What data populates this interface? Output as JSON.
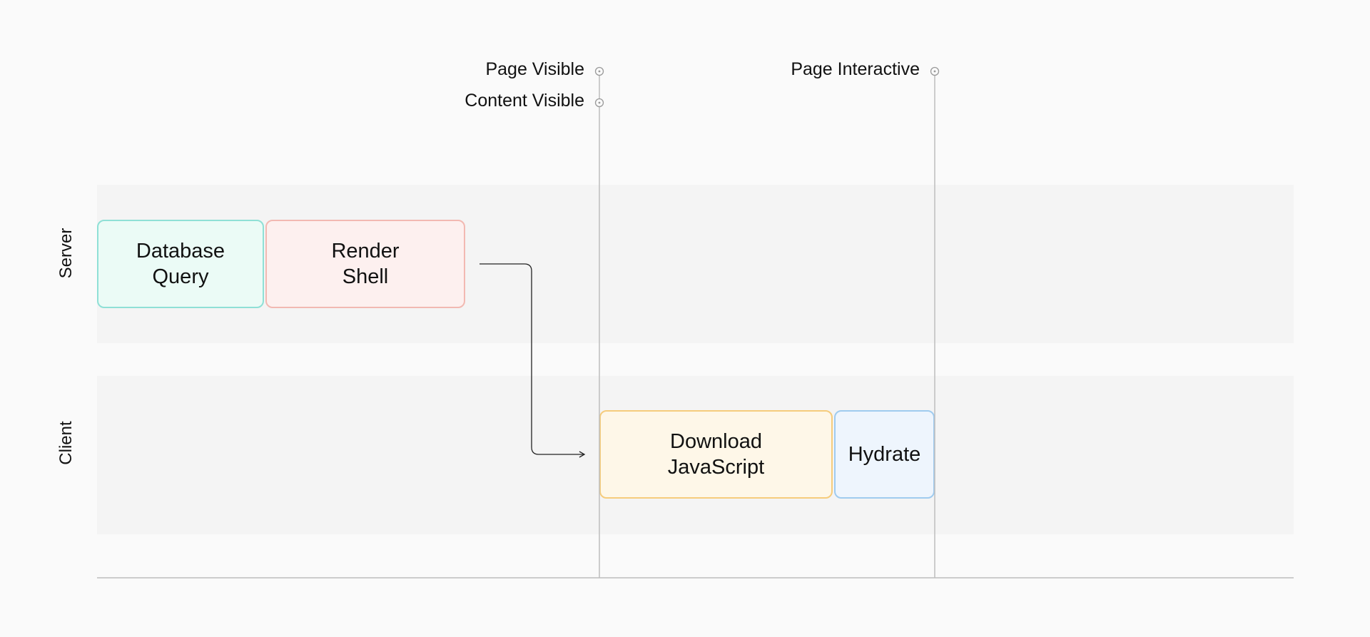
{
  "lanes": {
    "server": {
      "label": "Server"
    },
    "client": {
      "label": "Client"
    }
  },
  "boxes": {
    "database_query": {
      "label": "Database\nQuery",
      "fill": "#ebfbf6",
      "stroke": "#8fe0d6"
    },
    "render_shell": {
      "label": "Render\nShell",
      "fill": "#fdf0ef",
      "stroke": "#f2b9b2"
    },
    "download_javascript": {
      "label": "Download\nJavaScript",
      "fill": "#fef7e8",
      "stroke": "#f6cc7c"
    },
    "hydrate": {
      "label": "Hydrate",
      "fill": "#eef5fd",
      "stroke": "#9fcbef"
    }
  },
  "milestones": {
    "page_visible": {
      "label": "Page Visible"
    },
    "content_visible": {
      "label": "Content Visible"
    },
    "page_interactive": {
      "label": "Page Interactive"
    }
  },
  "colors": {
    "background": "#fafafa",
    "lane_background": "#f4f4f4",
    "axis_line": "#bdbdbd",
    "arrow": "#222222",
    "text": "#111111"
  }
}
